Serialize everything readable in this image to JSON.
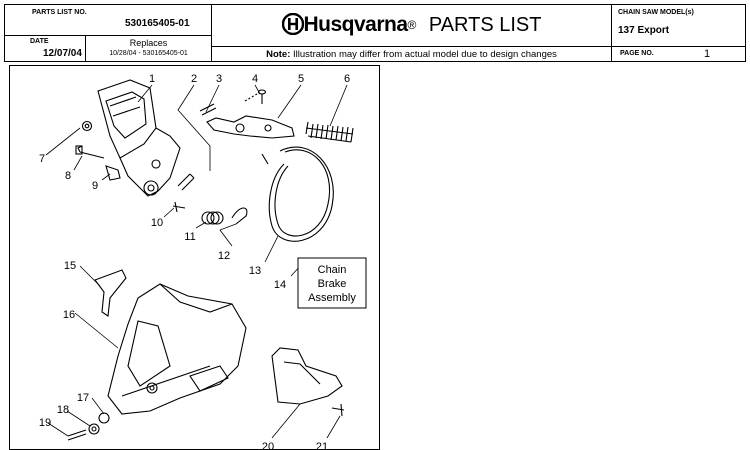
{
  "header": {
    "parts_list_no_label": "PARTS LIST NO.",
    "parts_list_no": "530165405-01",
    "date_label": "DATE",
    "date": "12/07/04",
    "replaces_label": "Replaces",
    "replaces": "10/28/04 - 530165405-01",
    "brand": "Husqvarna",
    "registered": "®",
    "title": "PARTS LIST",
    "note_label": "Note:",
    "note": "Illustration may differ from actual model due to design changes",
    "model_label": "CHAIN SAW MODEL(s)",
    "model": "137 Export",
    "page_label": "PAGE  NO.",
    "page_no": "1"
  },
  "diagram": {
    "callouts": [
      "1",
      "2",
      "3",
      "4",
      "5",
      "6",
      "7",
      "8",
      "9",
      "10",
      "11",
      "12",
      "13",
      "14",
      "15",
      "16",
      "17",
      "18",
      "19",
      "20",
      "21"
    ],
    "assembly_box": [
      "Chain",
      "Brake",
      "Assembly"
    ]
  }
}
